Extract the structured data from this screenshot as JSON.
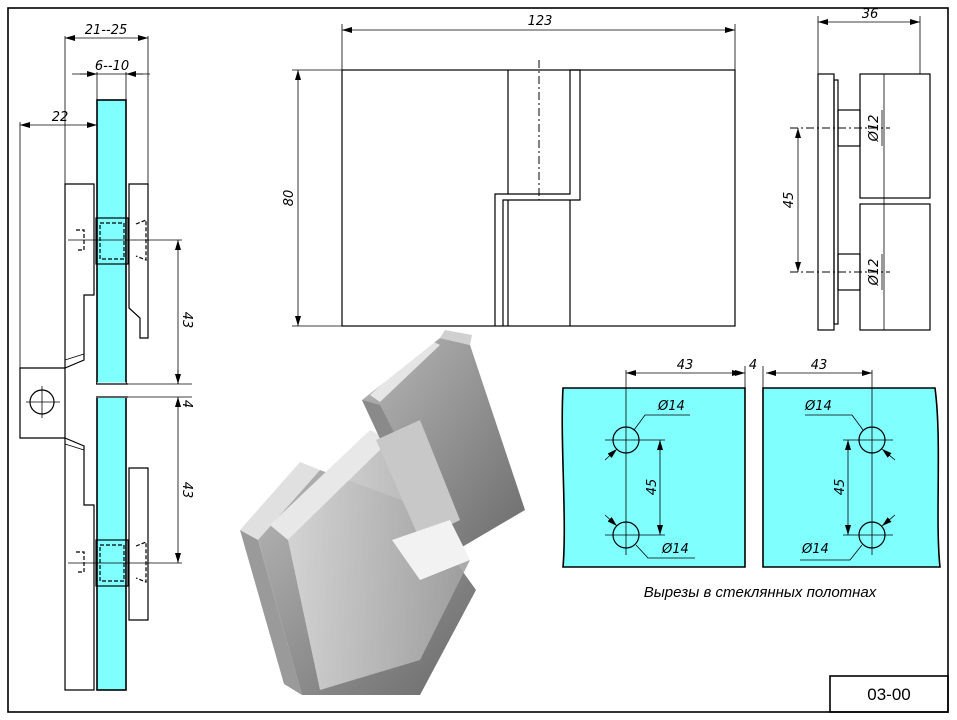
{
  "drawing_code": "03-00",
  "side_view": {
    "dim_total_thickness": "21--25",
    "dim_glass_thickness": "6--10",
    "dim_offset": "22",
    "dim_upper_hole": "43",
    "dim_gap": "4",
    "dim_lower_hole": "43"
  },
  "front_view": {
    "dim_width": "123",
    "dim_height": "80"
  },
  "end_view": {
    "dim_depth": "36",
    "dim_pin_spacing": "45",
    "dim_pin_dia_top": "Ø12",
    "dim_pin_dia_bottom": "Ø12"
  },
  "glass_cutouts": {
    "caption": "Вырезы в стеклянных полотнах",
    "left": {
      "dim_edge": "43",
      "dim_spacing": "45",
      "hole_top": "Ø14",
      "hole_bottom": "Ø14"
    },
    "gap": "4",
    "right": {
      "dim_edge": "43",
      "dim_spacing": "45",
      "hole_top": "Ø14",
      "hole_bottom": "Ø14"
    }
  },
  "colors": {
    "glass": "#80ffff",
    "line": "#000000"
  }
}
